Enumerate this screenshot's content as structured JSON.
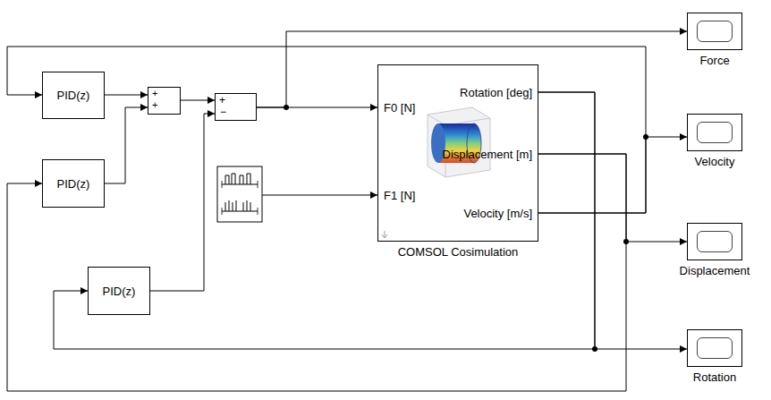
{
  "diagram": {
    "nodes": [
      {
        "text": [
          "PID(z)"
        ]
      },
      {
        "text": [
          "PID(z)"
        ]
      },
      {
        "text": [
          "PID(z)"
        ]
      },
      {
        "text": [
          "+",
          "+"
        ]
      },
      {
        "text": [
          "+",
          "−"
        ]
      },
      {
        "text": [
          "F0 [N]",
          "F1 [N]",
          "Rotation [deg]",
          "Displacement [m]",
          "Velocity [m/s]",
          "COMSOL Cosimulation"
        ]
      },
      {
        "text": [
          "Force"
        ]
      },
      {
        "text": [
          "Velocity"
        ]
      },
      {
        "text": [
          "Displacement"
        ]
      },
      {
        "text": [
          "Rotation"
        ]
      }
    ],
    "edges": [
      {
        "from": 0,
        "to": 3,
        "arrow": "to"
      },
      {
        "from": 1,
        "to": 3,
        "arrow": "to"
      },
      {
        "from": 3,
        "to": 4,
        "arrow": "to"
      },
      {
        "from": 2,
        "to": 4,
        "arrow": "to"
      },
      {
        "from": 4,
        "to": 5,
        "arrow": "to"
      },
      {
        "from": 4,
        "to": 6,
        "arrow": "to"
      },
      {
        "from": 5,
        "to": 9,
        "arrow": "to"
      },
      {
        "from": 5,
        "to": 2,
        "arrow": "to"
      },
      {
        "from": 5,
        "to": 8,
        "arrow": "to"
      },
      {
        "from": 5,
        "to": 1,
        "arrow": "to"
      },
      {
        "from": 5,
        "to": 7,
        "arrow": "to"
      },
      {
        "from": 5,
        "to": 0,
        "arrow": "to"
      }
    ]
  }
}
